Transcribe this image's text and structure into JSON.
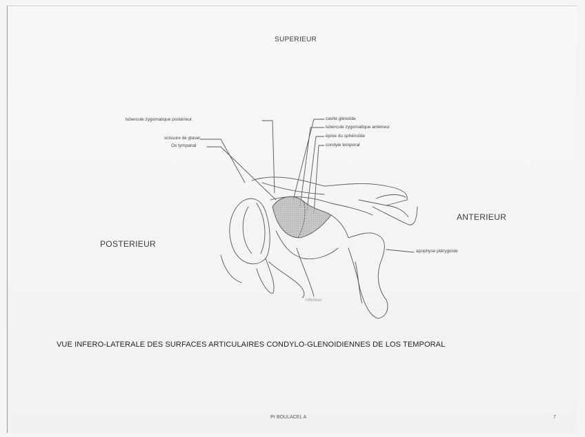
{
  "orientation": {
    "superior": "SUPERIEUR",
    "anterior": "ANTERIEUR",
    "posterior": "POSTERIEUR",
    "inferior": "inferieur"
  },
  "labels": {
    "tubercule_posterieur": "tubercule zygomatique postérieur",
    "scissure_glaser": "scissure de glaser",
    "os_tympanal": "Os tympanal",
    "cavite_glenoide": "cavité glénoïde",
    "tubercule_anterieur": "tubercule zygomatique antérieur",
    "epine_sphenoide": "épine du sphénoïde",
    "condyle_temporal": "condyle temporal",
    "apophyse_pterygoide": "apophyse ptérygoïde"
  },
  "caption": "VUE INFERO-LATERALE  DES SURFACES ARTICULAIRES  CONDYLO-GLENOIDIENNES  DE LOS TEMPORAL",
  "footer": {
    "author": "Pr BOULACEL  A",
    "page": "7"
  }
}
